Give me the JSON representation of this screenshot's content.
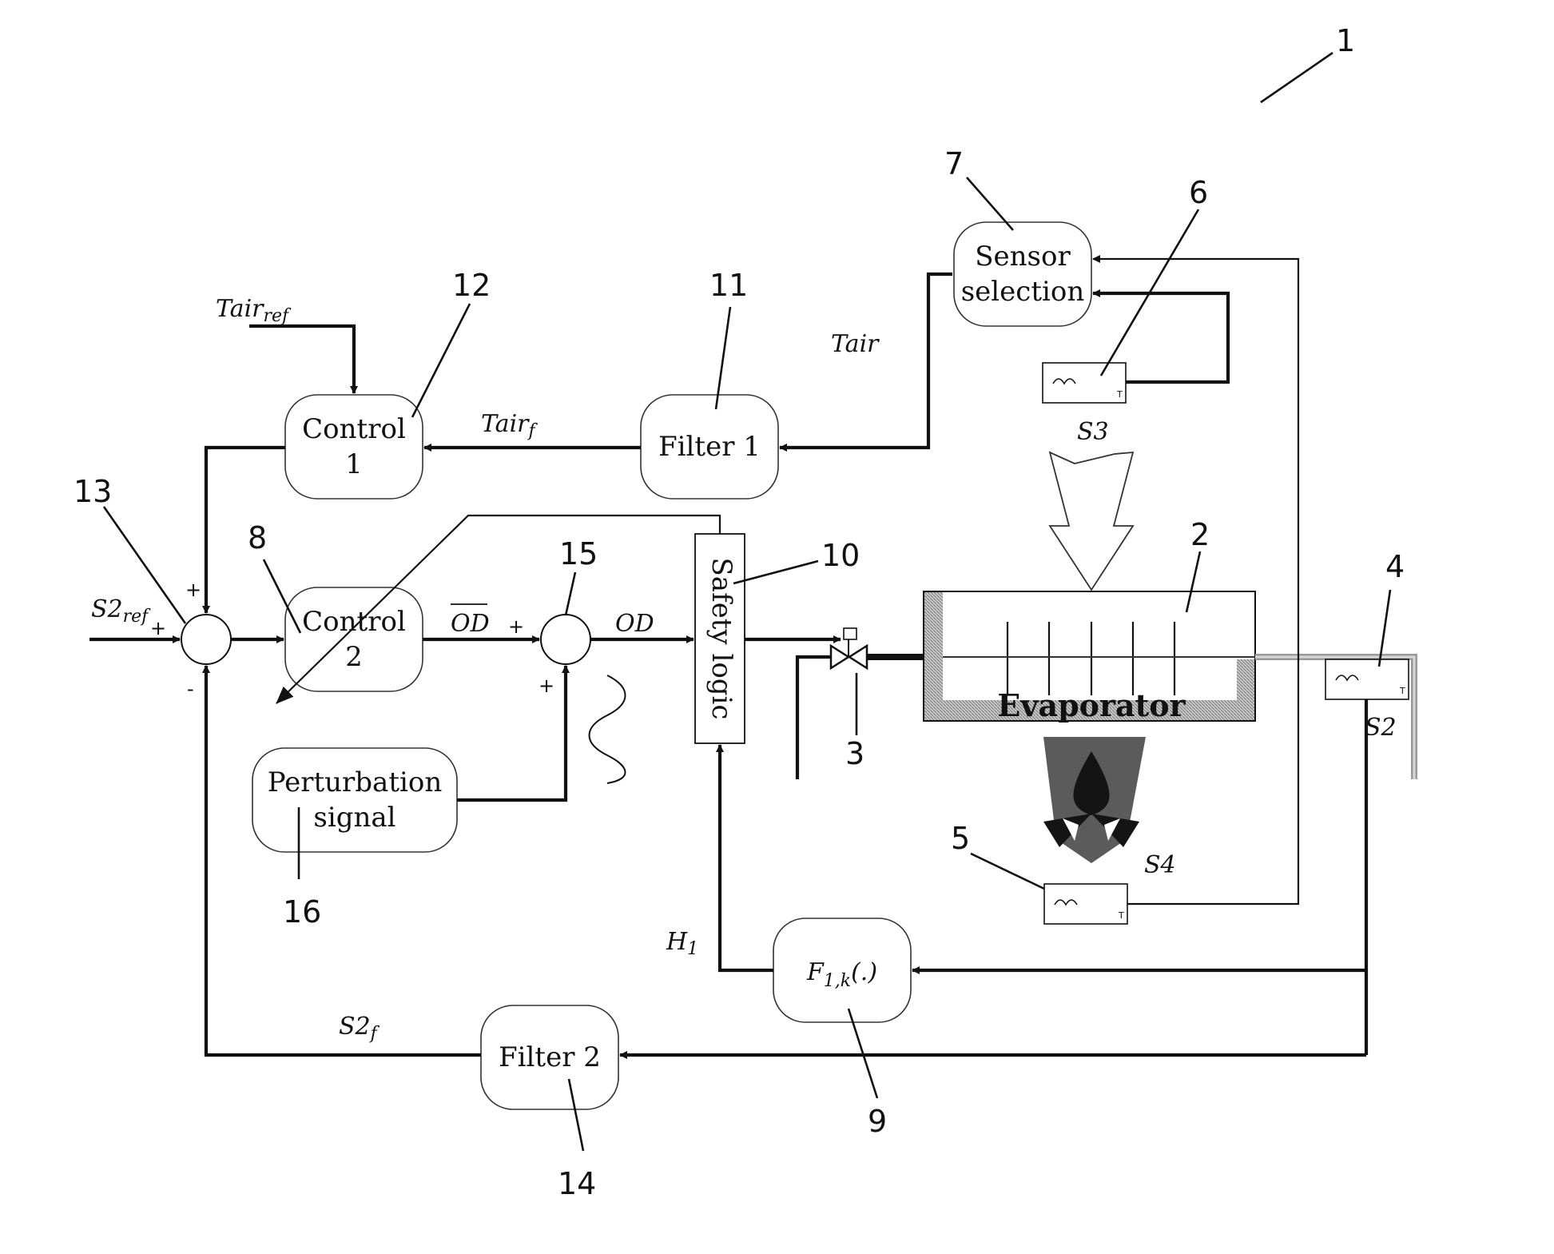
{
  "blocks": {
    "control1": [
      "Control",
      "1"
    ],
    "control2": [
      "Control",
      "2"
    ],
    "filter1": "Filter 1",
    "filter2": "Filter 2",
    "sensor_selection": [
      "Sensor",
      "selection"
    ],
    "perturbation": [
      "Perturbation",
      "signal"
    ],
    "safety_logic": "Safety logic",
    "function": {
      "main": "F",
      "sub": "1,k",
      "tail": "(.)"
    },
    "evaporator": "Evaporator"
  },
  "signals": {
    "tair_ref": {
      "main": "Tair",
      "sub": "ref"
    },
    "tair": "Tair",
    "tair_f": {
      "main": "Tair",
      "sub": "f"
    },
    "s2_ref": {
      "main": "S2",
      "sub": "ref"
    },
    "od_bar": "OD",
    "od": "OD",
    "s2_f": {
      "main": "S2",
      "sub": "f"
    },
    "h1": {
      "main": "H",
      "sub": "1"
    },
    "s2": "S2",
    "s3": "S3",
    "s4": "S4"
  },
  "signs": {
    "plus": "+",
    "minus": "-"
  },
  "sensor_mark": "T",
  "reference_numerals": [
    "1",
    "2",
    "3",
    "4",
    "5",
    "6",
    "7",
    "8",
    "9",
    "10",
    "11",
    "12",
    "13",
    "14",
    "15",
    "16"
  ]
}
